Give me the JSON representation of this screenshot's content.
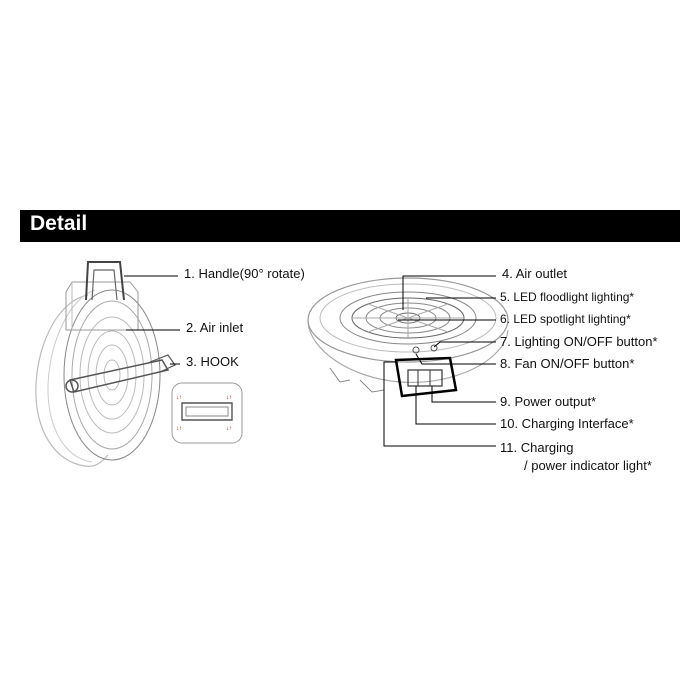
{
  "header": {
    "title": "Detail"
  },
  "labels": {
    "l1": "1. Handle(90° rotate)",
    "l2": "2. Air inlet",
    "l3": "3. HOOK",
    "l4": "4. Air outlet",
    "l5": "5. LED floodlight lighting*",
    "l6": "6. LED spotlight lighting*",
    "l7": "7. Lighting ON/OFF button*",
    "l8": "8. Fan ON/OFF button*",
    "l9": "9. Power output*",
    "l10": "10. Charging Interface*",
    "l11a": "11.  Charging",
    "l11b": "/ power indicator light*"
  }
}
